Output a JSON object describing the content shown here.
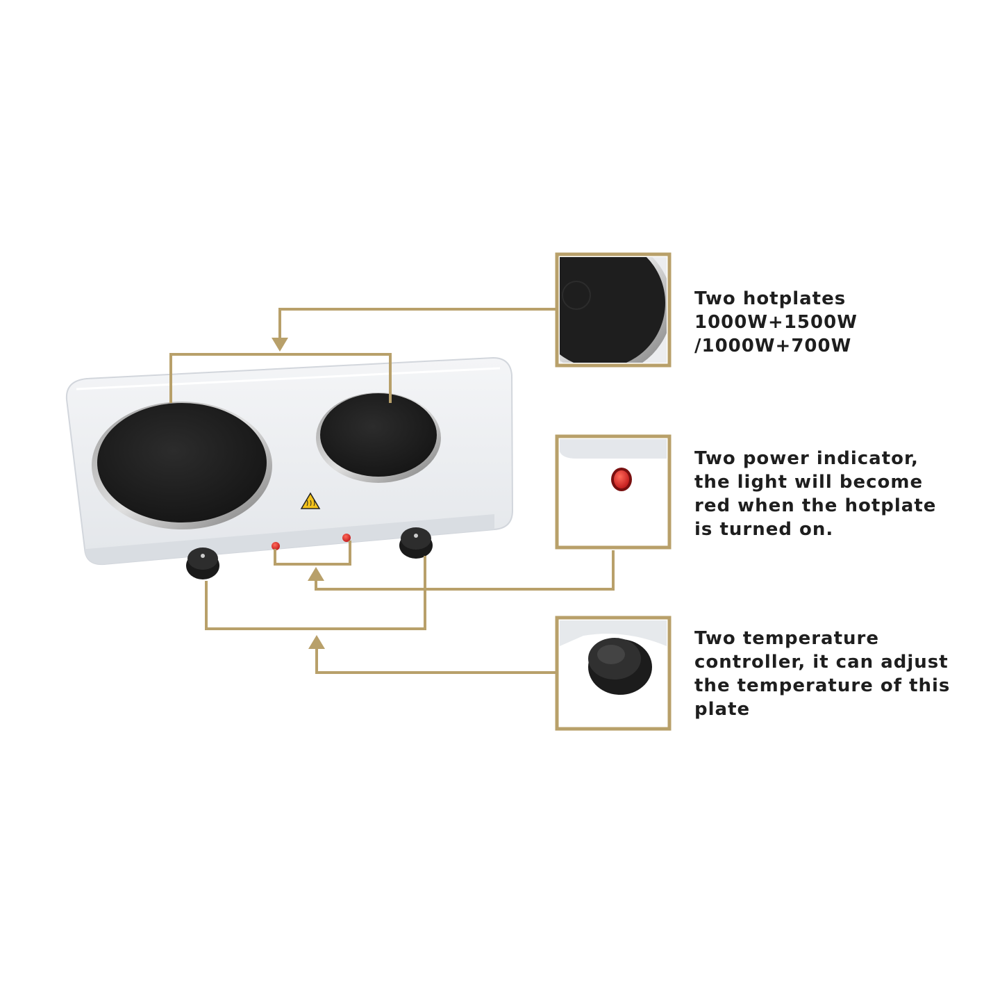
{
  "accent_color": "#b8a06a",
  "features": [
    {
      "id": "hotplates",
      "thumbnail": "hotplate-closeup",
      "lines": [
        "Two hotplates",
        "1000W+1500W",
        "/1000W+700W"
      ]
    },
    {
      "id": "power-indicator",
      "thumbnail": "indicator-light-closeup",
      "lines": [
        "Two power indicator,",
        "the light will become",
        "red when the hotplate",
        "is turned on."
      ]
    },
    {
      "id": "temperature-controller",
      "thumbnail": "knob-closeup",
      "lines": [
        "Two temperature",
        "controller, it can adjust",
        "the temperature of this",
        "plate"
      ]
    }
  ],
  "product": {
    "name_icon": "double-hotplate-stove",
    "warning_icon": "hot-surface-warning-icon"
  }
}
